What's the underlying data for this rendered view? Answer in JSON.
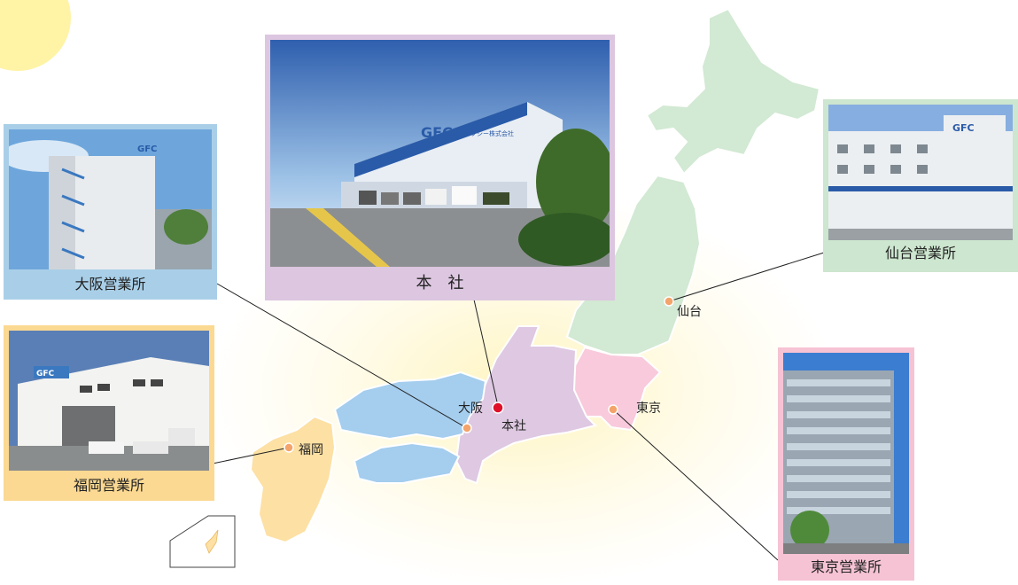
{
  "offices": {
    "headquarters": {
      "caption": "本　社",
      "map_label": "本社",
      "color": "#dcc6e0"
    },
    "osaka": {
      "caption": "大阪営業所",
      "map_label": "大阪",
      "color": "#a9cfe8"
    },
    "fukuoka": {
      "caption": "福岡営業所",
      "map_label": "福岡",
      "color": "#fbd992"
    },
    "sendai": {
      "caption": "仙台営業所",
      "map_label": "仙台",
      "color": "#cde6cf"
    },
    "tokyo": {
      "caption": "東京営業所",
      "map_label": "東京",
      "color": "#f6c3d4"
    }
  },
  "signage": {
    "logo": "GFC",
    "company": "ジーエフシー株式会社"
  },
  "colors": {
    "hokkaido_tohoku": "#d2e9d3",
    "kanto": "#f8cadb",
    "chubu_kinki": "#dec8e2",
    "chugoku_shikoku": "#a4cdee",
    "kyushu": "#fde0a3",
    "hq_marker": "#e0102a",
    "office_marker": "#f4a46a"
  }
}
